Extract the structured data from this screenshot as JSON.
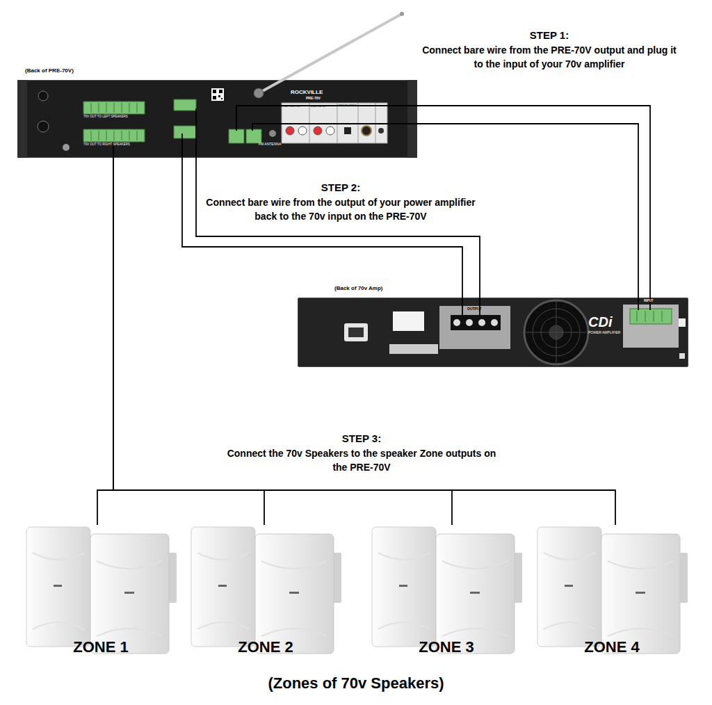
{
  "diagram": {
    "nodes": [
      {
        "text": [
          "(Back of PRE-70V)"
        ]
      },
      {
        "text": [
          "(Back of 70v Amp)"
        ]
      },
      {
        "text": [
          "ZONE 1"
        ]
      },
      {
        "text": [
          "ZONE 2"
        ]
      },
      {
        "text": [
          "ZONE 3"
        ]
      },
      {
        "text": [
          "ZONE 4"
        ]
      }
    ],
    "edges": [
      {
        "from": 0,
        "to": 1,
        "arrow": "none"
      },
      {
        "from": 1,
        "to": 0,
        "arrow": "none"
      },
      {
        "from": 0,
        "to": 2,
        "arrow": "none"
      },
      {
        "from": 0,
        "to": 3,
        "arrow": "none"
      },
      {
        "from": 0,
        "to": 4,
        "arrow": "none"
      },
      {
        "from": 0,
        "to": 5,
        "arrow": "none"
      }
    ],
    "labels": [
      "STEP 1:",
      "Connect bare wire from the PRE-70V output and plug it to the input of your 70v amplifier",
      "STEP 2:",
      "Connect bare wire from the output of your power amplifier back to the 70v input on the PRE-70V",
      "STEP 3:",
      "Connect the 70v Speakers to the speaker Zone outputs on the PRE-70V",
      "(Zones of 70v Speakers)",
      "ROCKVILLE",
      "PRE-70V",
      "FM ANTENNA",
      "LINE OUTPUT",
      "LINE INPUT",
      "OPTICAL INPUT",
      "CDi",
      "POWER AMPLIFIER",
      "70V OUT TO LEFT SPEAKERS",
      "70V OUT TO RIGHT SPEAKERS",
      "OUTPUT",
      "INPUT"
    ]
  }
}
